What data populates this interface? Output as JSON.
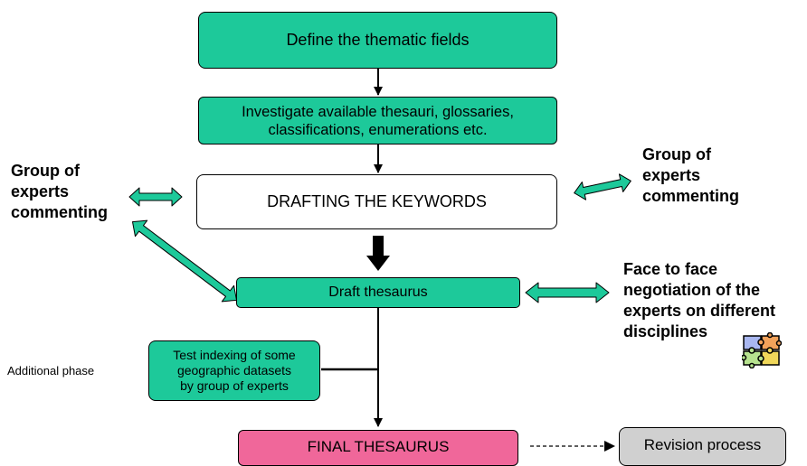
{
  "nodes": {
    "define_fields": "Define the thematic fields",
    "investigate_line1": "Investigate available thesauri, glossaries,",
    "investigate_line2": "classifications, enumerations etc.",
    "drafting_keywords": "DRAFTING THE KEYWORDS",
    "draft_thesaurus": "Draft thesaurus",
    "test_indexing_line1": "Test indexing of some",
    "test_indexing_line2": "geographic datasets",
    "test_indexing_line3": "by group of experts",
    "final_thesaurus": "FINAL THESAURUS",
    "revision_process": "Revision process"
  },
  "labels": {
    "experts_left_line1": "Group of",
    "experts_left_line2": "experts",
    "experts_left_line3": "commenting",
    "experts_right_line1": "Group of",
    "experts_right_line2": "experts",
    "experts_right_line3": "commenting",
    "face_line1": "Face to face",
    "face_line2": "negotiation of the",
    "face_line3": "experts on different",
    "face_line4": "disciplines",
    "additional_phase": "Additional phase"
  },
  "colors": {
    "process_fill": "#1dc99a",
    "final_fill": "#f0679a",
    "revision_fill": "#d0d0d0",
    "arrow_fill": "#1dc99a"
  },
  "icons": {
    "puzzle": "puzzle-pieces-icon"
  }
}
